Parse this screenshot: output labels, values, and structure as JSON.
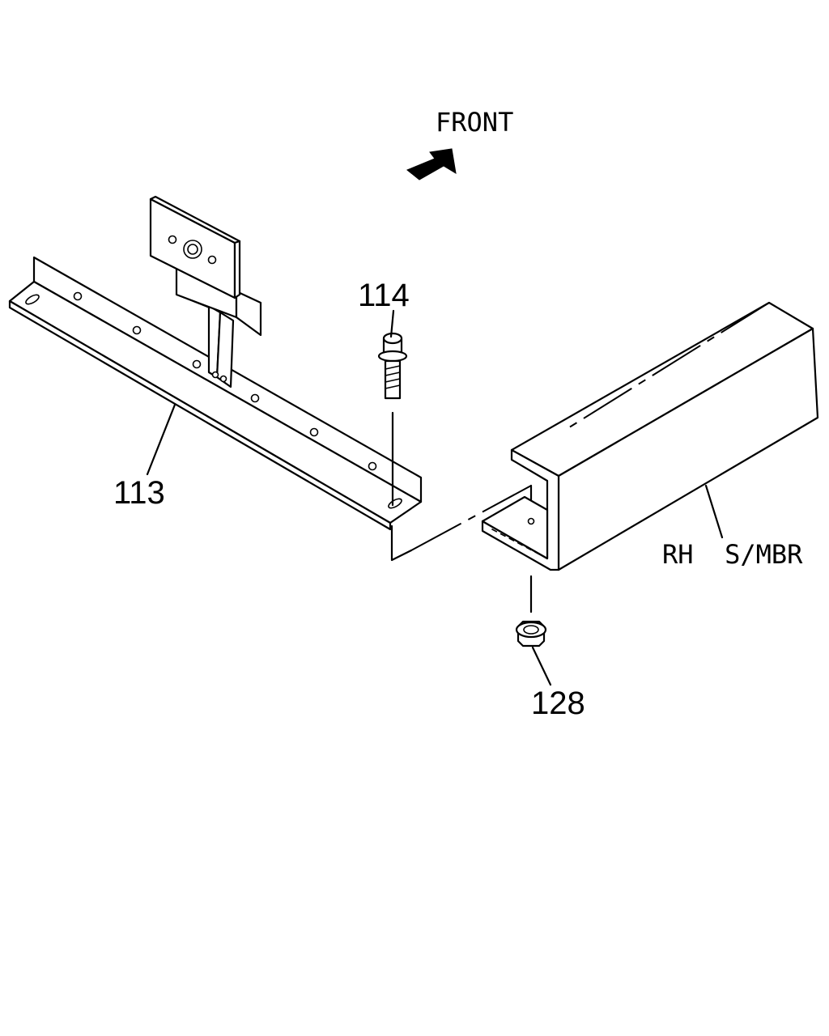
{
  "labels": {
    "front": "FRONT",
    "rh_side_member": "RH  S/MBR"
  },
  "callouts": {
    "bracket": "113",
    "bolt": "114",
    "nut": "128"
  }
}
